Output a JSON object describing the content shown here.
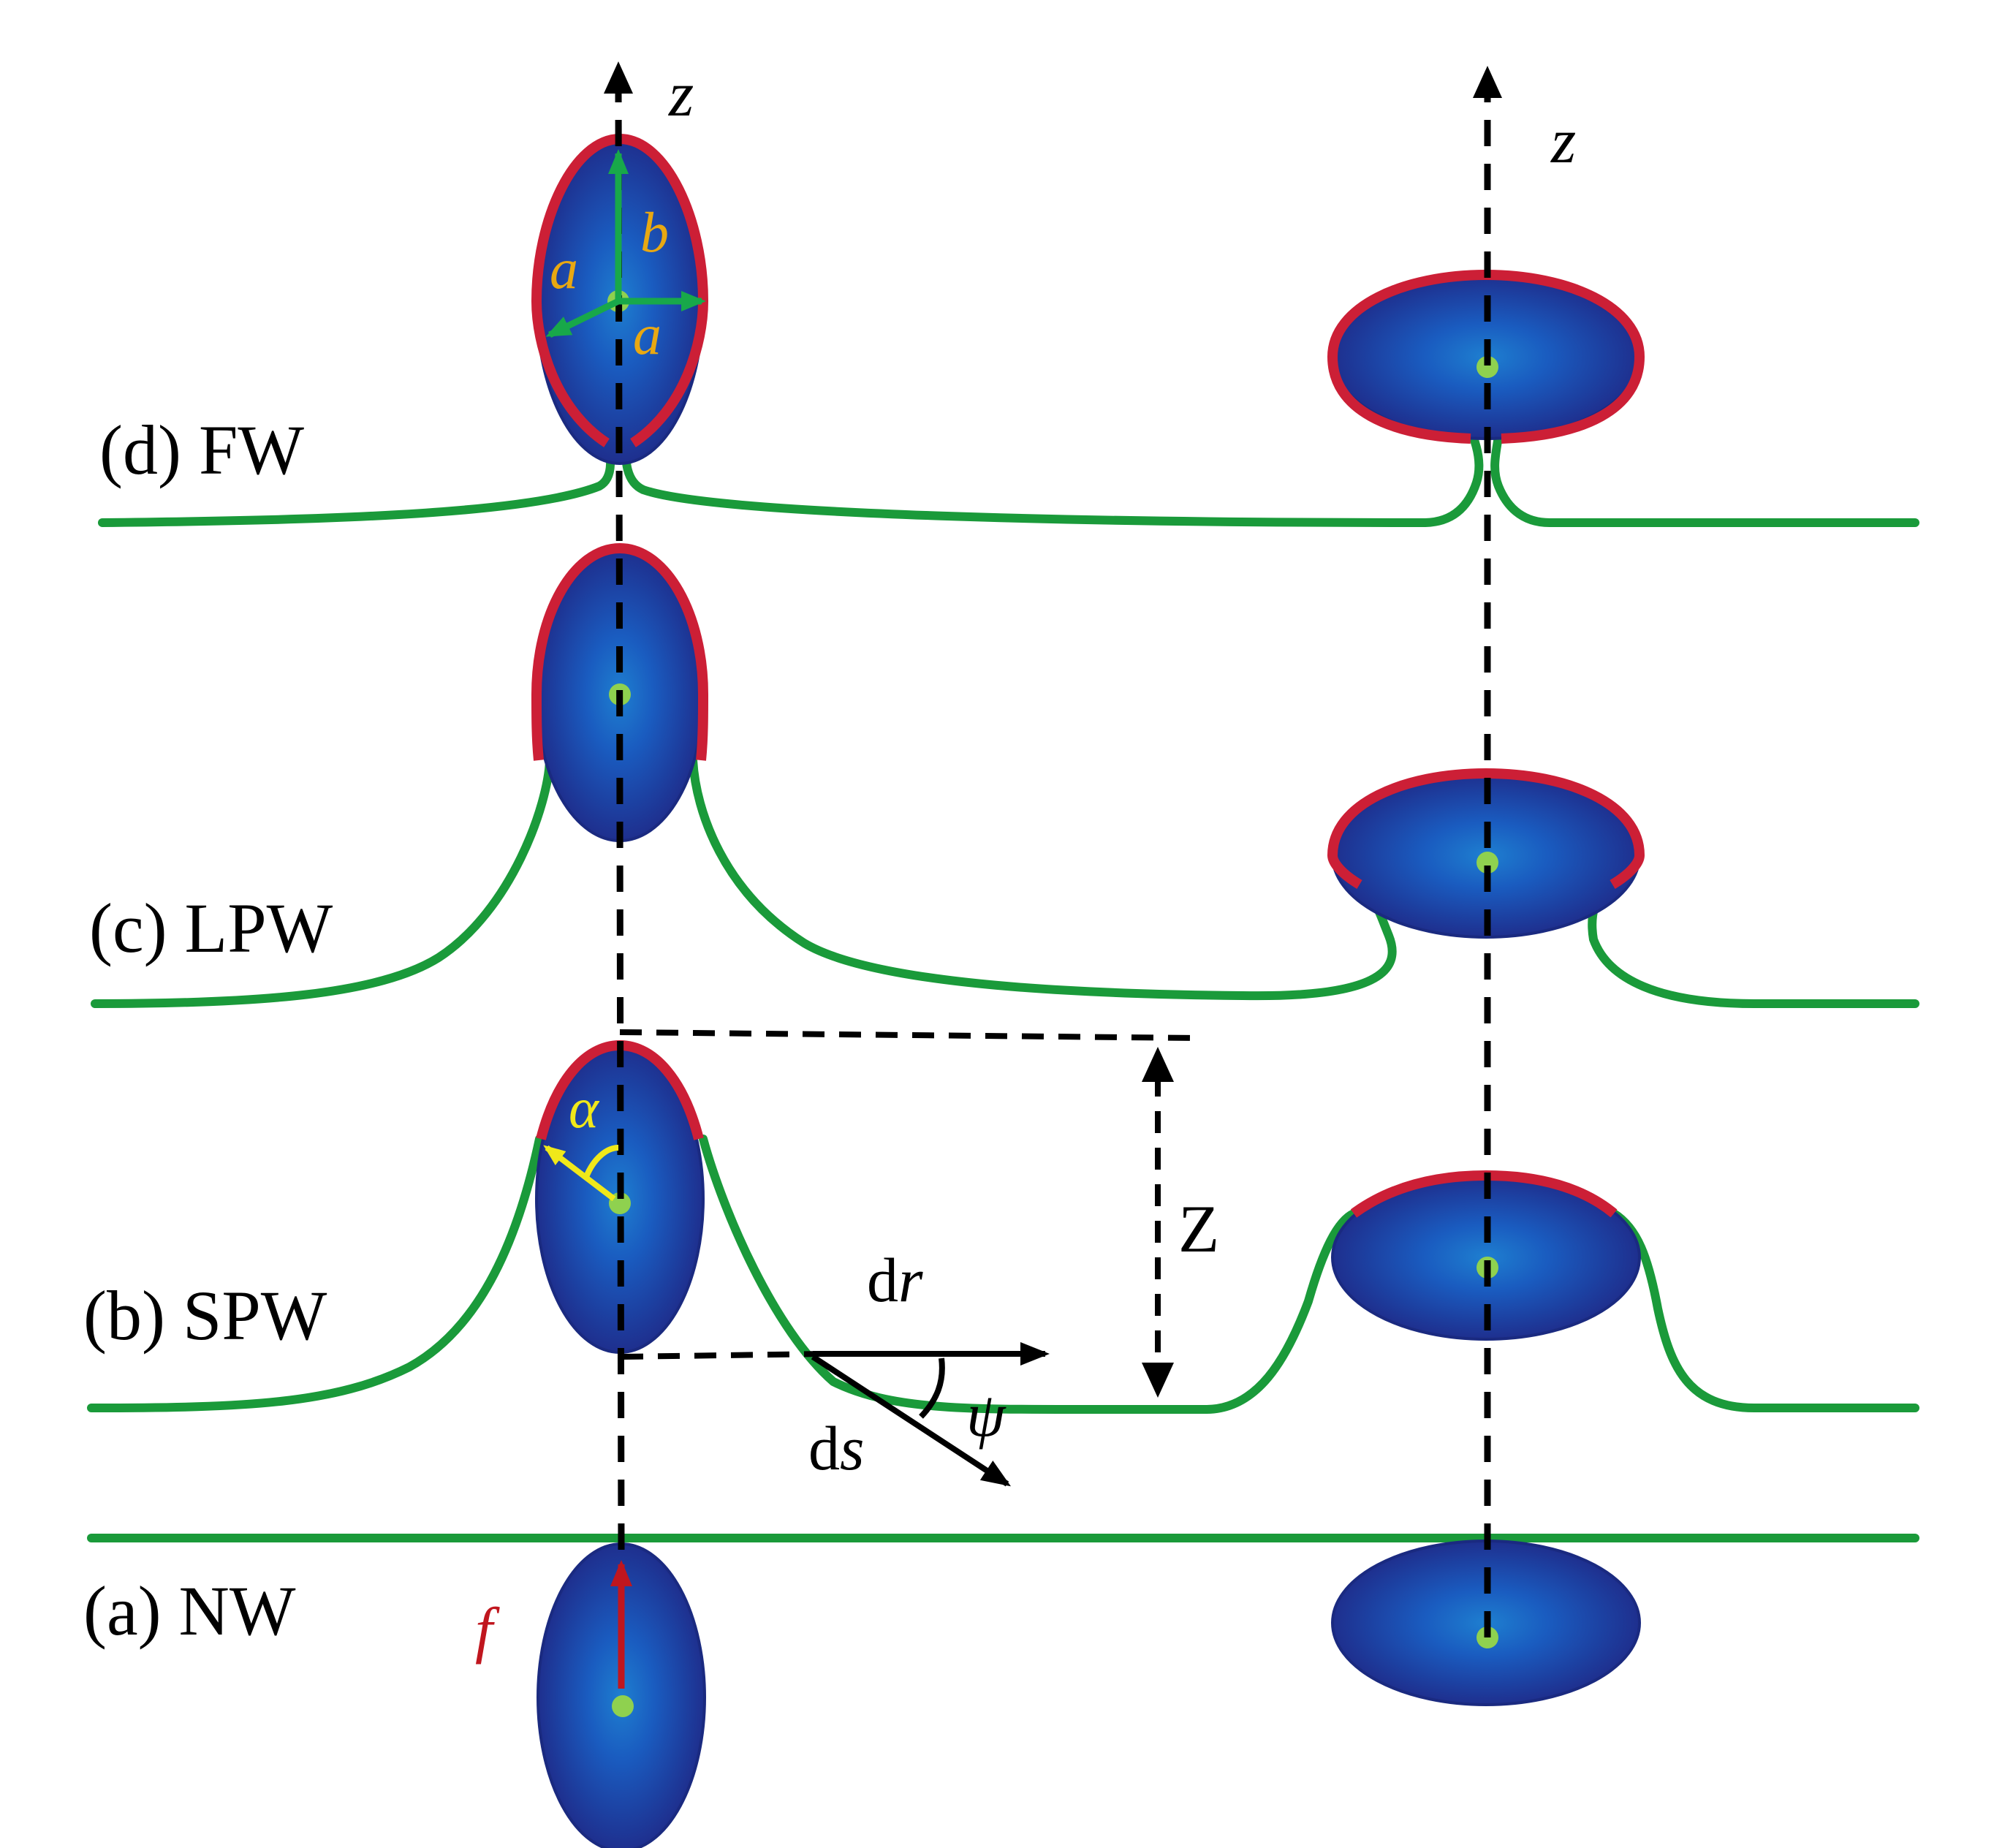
{
  "axis_labels": {
    "left_z": "z",
    "right_z": "z"
  },
  "stages": {
    "d": "(d) FW",
    "c": "(c) LPW",
    "b": "(b) SPW",
    "a": "(a) NW"
  },
  "annotations": {
    "a1": "a",
    "b": "b",
    "a2": "a",
    "alpha": "α",
    "Z": "Z",
    "dr_d": "d",
    "dr_r": "r",
    "ds_d": "d",
    "ds_s": "s",
    "psi": "ψ",
    "f": "f"
  },
  "colors": {
    "membrane": "#1a9a3a",
    "wrapped_membrane": "#cc1f36",
    "particle_dark": "#1e2f8e",
    "particle_light": "#1e7fd0",
    "center_dot": "#8fd14f",
    "principal_axes": "#18a84a",
    "axis_letters": "#e8a812",
    "angle_alpha": "#f0e81a",
    "force": "#c0161e"
  }
}
